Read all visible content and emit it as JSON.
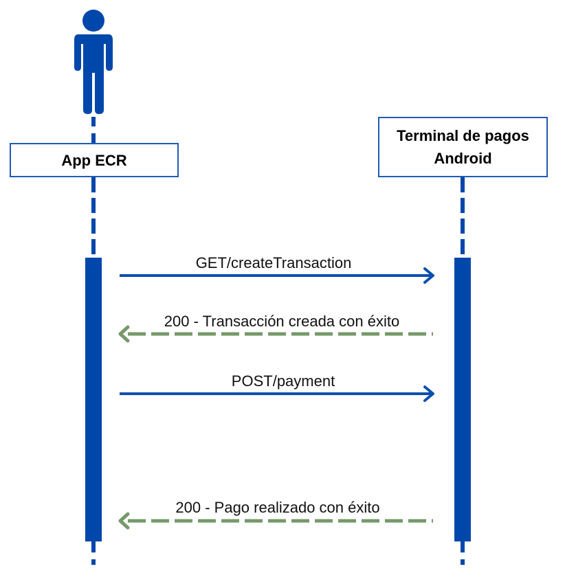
{
  "diagram": {
    "type": "sequence",
    "actor": {
      "icon": "person-icon"
    },
    "participants": [
      {
        "id": "ecr",
        "label": "App ECR"
      },
      {
        "id": "terminal",
        "label_line1": "Terminal de pagos",
        "label_line2": "Android"
      }
    ],
    "messages": [
      {
        "from": "ecr",
        "to": "terminal",
        "label": "GET/createTransaction",
        "style": "solid"
      },
      {
        "from": "terminal",
        "to": "ecr",
        "label": "200 - Transacción creada con éxito",
        "style": "dashed"
      },
      {
        "from": "ecr",
        "to": "terminal",
        "label": "POST/payment",
        "style": "solid"
      },
      {
        "from": "terminal",
        "to": "ecr",
        "label": "200 - Pago realizado con éxito",
        "style": "dashed"
      }
    ]
  },
  "colors": {
    "lifeline": "#0047ab",
    "request_arrow": "#0b4fae",
    "response_arrow": "#76996a",
    "box_border": "#1f5bb5"
  }
}
